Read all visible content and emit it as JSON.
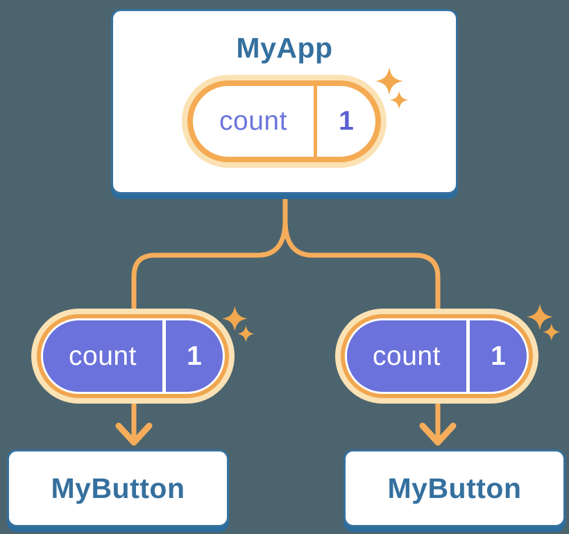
{
  "tree": {
    "root": {
      "label": "MyApp",
      "pill": {
        "key": "count",
        "value": "1"
      }
    },
    "children": [
      {
        "label": "MyButton",
        "pill": {
          "key": "count",
          "value": "1"
        }
      },
      {
        "label": "MyButton",
        "pill": {
          "key": "count",
          "value": "1"
        }
      }
    ]
  },
  "icons": {
    "sparkle": "sparkle-icon",
    "arrow_down": "arrow-down-icon"
  },
  "colors": {
    "background": "#4C646E",
    "card_fill": "#FFFFFF",
    "card_border": "#36719E",
    "card_shadow": "#2C6C9D",
    "card_text": "#35709E",
    "connector": "#F5AD5B",
    "pill_halo": "#FBE2B4",
    "pill_ring": "#F4AB54",
    "state_pill_fill": "#6B72DB",
    "state_pill_text": "#FFFFFF",
    "prop_key_text": "#6B75DB",
    "prop_value_text": "#5A60D2",
    "sparkle": "#F2A84E"
  }
}
